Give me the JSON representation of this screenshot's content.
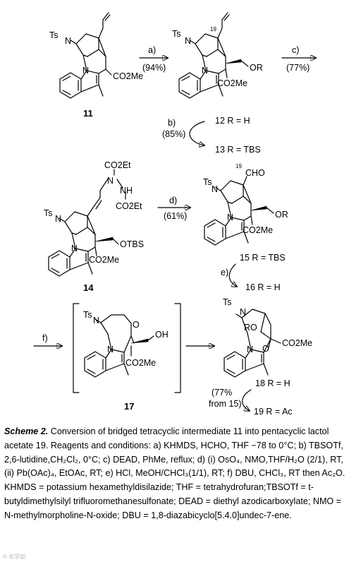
{
  "structures": {
    "c11": {
      "ts": "Ts",
      "n": "N",
      "n_indole": "N",
      "ester": "CO2Me",
      "label": "11"
    },
    "c12": {
      "ts": "Ts",
      "n": "N",
      "n_indole": "N",
      "c19": "19",
      "or": "OR",
      "ester": "CO2Me"
    },
    "c14": {
      "ts": "Ts",
      "n": "N",
      "n_indole": "N",
      "co2et_top": "CO2Et",
      "n_hydrazine": "N",
      "nh": "NH",
      "co2et_bottom": "CO2Et",
      "otbs": "OTBS",
      "ester": "CO2Me",
      "label": "14"
    },
    "c15": {
      "ts": "Ts",
      "n": "N",
      "n_indole": "N",
      "c19": "19",
      "cho": "CHO",
      "or": "OR",
      "ester": "CO2Me"
    },
    "c17": {
      "ts": "Ts",
      "n": "N",
      "n_indole": "N",
      "o": "O",
      "oh": "OH",
      "ester": "CO2Me",
      "label": "17"
    },
    "c18": {
      "ts": "Ts",
      "n": "N",
      "n_indole": "N",
      "ro": "RO",
      "o": "O",
      "ester": "CO2Me"
    }
  },
  "steps": {
    "a": {
      "label": "a)",
      "yield": "(94%)"
    },
    "b": {
      "label": "b)",
      "yield": "(85%)"
    },
    "c": {
      "label": "c)",
      "yield": "(77%)"
    },
    "d": {
      "label": "d)",
      "yield": "(61%)"
    },
    "e": {
      "label": "e)"
    },
    "f": {
      "label": "f)"
    },
    "g": {
      "yield_line1": "(77%",
      "yield_line2": "from 15)"
    }
  },
  "products": {
    "p12": "12 R = H",
    "p13": "13 R = TBS",
    "p15": "15 R = TBS",
    "p16": "16 R = H",
    "p18": "18 R = H",
    "p19": "19 R = Ac"
  },
  "caption": {
    "title": "Scheme 2.",
    "text": " Conversion of bridged tetracyclic intermediate 11 into pentacyclic lactol acetate 19. Reagents and conditions: a) KHMDS, HCHO, THF −78 to 0°C; b) TBSOTf, 2,6-lutidine,CH₂Cl₂, 0°C; c) DEAD, PhMe, reflux; d) (i) OsO₄, NMO,THF/H₂O (2/1), RT, (ii) Pb(OAc)₄, EtOAc, RT; e) HCl, MeOH/CHCl₃(1/1), RT; f) DBU, CHCl₃, RT then Ac₂O. KHMDS = potassium hexamethyldisilazide; THF = tetrahydrofuran;TBSOTf = t-butyldimethylsilyl trifluoromethanesulfonate; DEAD = diethyl azodicarboxylate; NMO = N-methylmorpholine-N-oxide; DBU = 1,8-diazabicyclo[5.4.0]undec-7-ene."
  },
  "watermark": "© 化学加"
}
